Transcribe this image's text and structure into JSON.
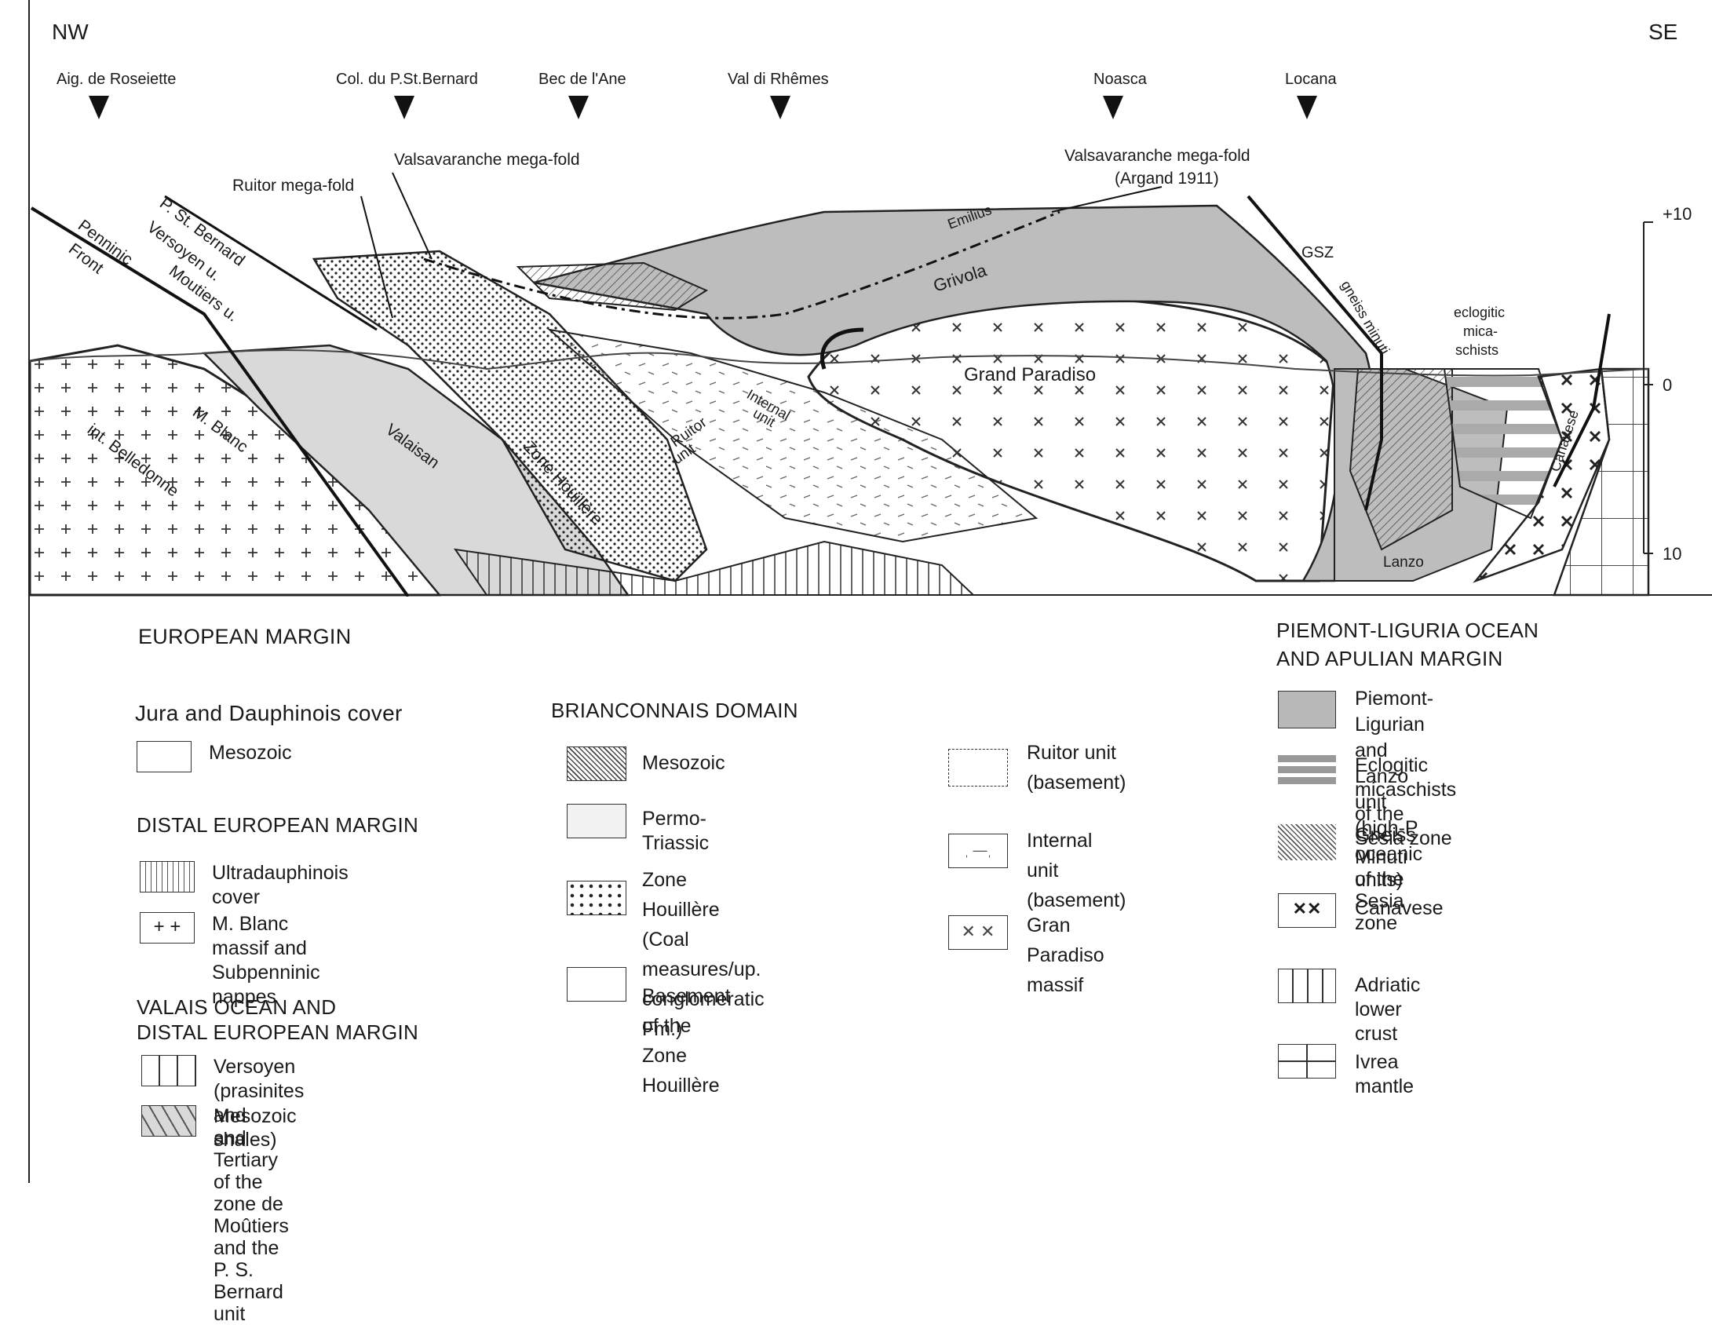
{
  "section": {
    "direction_left": "NW",
    "direction_right": "SE",
    "localities": [
      "Aig. de Roseiette",
      "Col. du P.St.Bernard",
      "Bec de l'Ane",
      "Val di Rhêmes",
      "Noasca",
      "Locana"
    ],
    "fold_labels": {
      "ruitor": "Ruitor  mega-fold",
      "valsavaranche": "Valsavaranche  mega-fold",
      "valsavaranche_argand_1": "Valsavaranche mega-fold",
      "valsavaranche_argand_2": "(Argand 1911)"
    },
    "depth_ticks": [
      "+10",
      "0",
      "10"
    ],
    "units": {
      "penninic_front_1": "Penninic",
      "penninic_front_2": "Front",
      "psb_1": "P. St. Bernard",
      "psb_2": "Versoyen u.",
      "psb_3": "Moutiers u.",
      "belledonne": "int. Belledonne",
      "mblanc": "M. Blanc",
      "valaisan": "Valaisan",
      "zone_houillere": "Zone Houillère",
      "ruitor_unit_1": "Ruitor",
      "ruitor_unit_2": "unit",
      "internal_unit_1": "Internal",
      "internal_unit_2": "unit",
      "grand_paradiso": "Grand Paradiso",
      "emilius": "Emilius",
      "grivola": "Grivola",
      "gsz": "GSZ",
      "gneiss_minuti": "gneiss minuti",
      "eclogitic_1": "eclogitic",
      "eclogitic_2": "mica-",
      "eclogitic_3": "schists",
      "canavese": "Canavese",
      "lanzo": "Lanzo"
    }
  },
  "legend": {
    "european_margin": "EUROPEAN MARGIN",
    "jura_header": "Jura and Dauphinois cover",
    "mesozoic": "Mesozoic",
    "distal_header": "DISTAL EUROPEAN MARGIN",
    "ultradauphinois": "Ultradauphinois cover",
    "mblanc_1": "M. Blanc massif and",
    "mblanc_2": "Subpenninic nappes",
    "valais_header_1": "VALAIS OCEAN AND",
    "valais_header_2": "DISTAL EUROPEAN MARGIN",
    "versoyen": "Versoyen (prasinites and shales)",
    "moutiers_1": "Mesozoic and Tertiary",
    "moutiers_2": "of the zone de Moûtiers",
    "moutiers_3": "and the P. S. Bernard unit",
    "brianconnais_header": "BRIANCONNAIS DOMAIN",
    "bri_mesozoic": "Mesozoic",
    "permo_triassic": "Permo-Triassic",
    "zh_1": "Zone Houillère (Coal",
    "zh_2": "measures/up. conglomeratic",
    "zh_3": "Fm.)",
    "basement_zh_1": "Basement of the Zone",
    "basement_zh_2": "Houillère",
    "ruitor_1": "Ruitor unit",
    "ruitor_2": "(basement)",
    "internal_1": "Internal unit",
    "internal_2": "(basement)",
    "gp_1": "Gran Paradiso",
    "gp_2": "massif",
    "piemont_header_1": "PIEMONT-LIGURIA OCEAN",
    "piemont_header_2": "AND  APULIAN MARGIN",
    "piemont_1": "Piemont-Ligurian  and",
    "piemont_2": "Lanzo unit  (high-P oceanic units)",
    "ecl_1": "Eclogitic micaschists",
    "ecl_2": "of the Sesia zone",
    "gneiss_1": "Gneiss Minuti of the",
    "gneiss_2": "Sesia zone",
    "canavese": "Canavese",
    "adriatic": "Adriatic lower crust",
    "ivrea": "Ivrea mantle"
  }
}
